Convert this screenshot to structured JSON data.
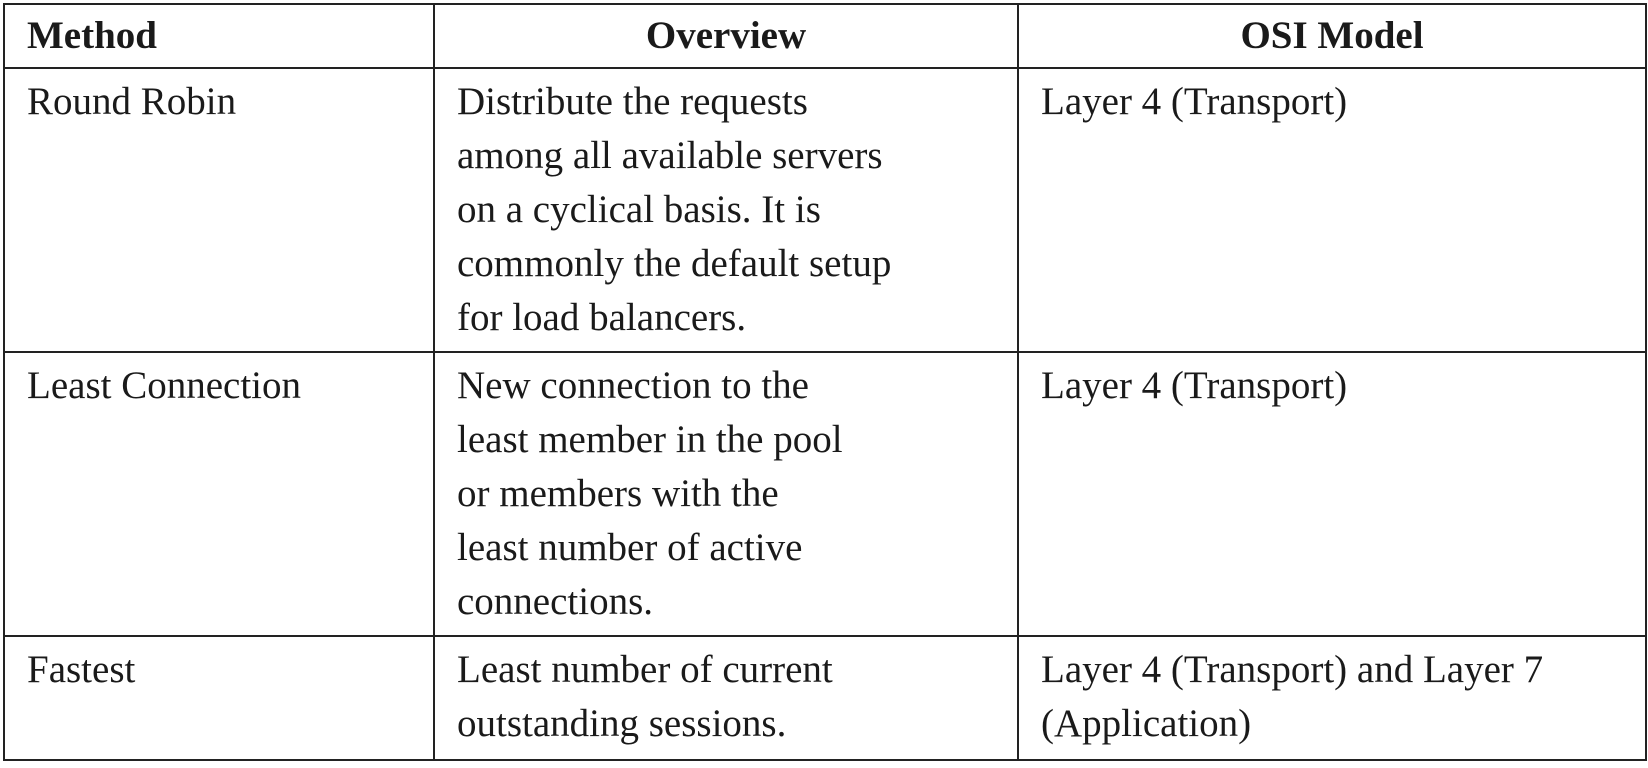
{
  "table": {
    "headers": [
      "Method",
      "Overview",
      "OSI Model"
    ],
    "rows": [
      {
        "method": "Round Robin",
        "overview_lines": [
          "Distribute the requests",
          "among all available servers",
          "on a cyclical basis. It is",
          "commonly the default setup",
          "for load balancers."
        ],
        "osi_lines": [
          "Layer 4 (Transport)"
        ]
      },
      {
        "method": "Least Connection",
        "overview_lines": [
          "New connection to the",
          "least member in the pool",
          "or members with the",
          "least number of active",
          "connections."
        ],
        "osi_lines": [
          "Layer 4 (Transport)"
        ]
      },
      {
        "method": "Fastest",
        "overview_lines": [
          "Least number of current",
          "outstanding sessions."
        ],
        "osi_lines": [
          "Layer 4 (Transport) and Layer 7",
          "(Application)"
        ]
      }
    ]
  }
}
